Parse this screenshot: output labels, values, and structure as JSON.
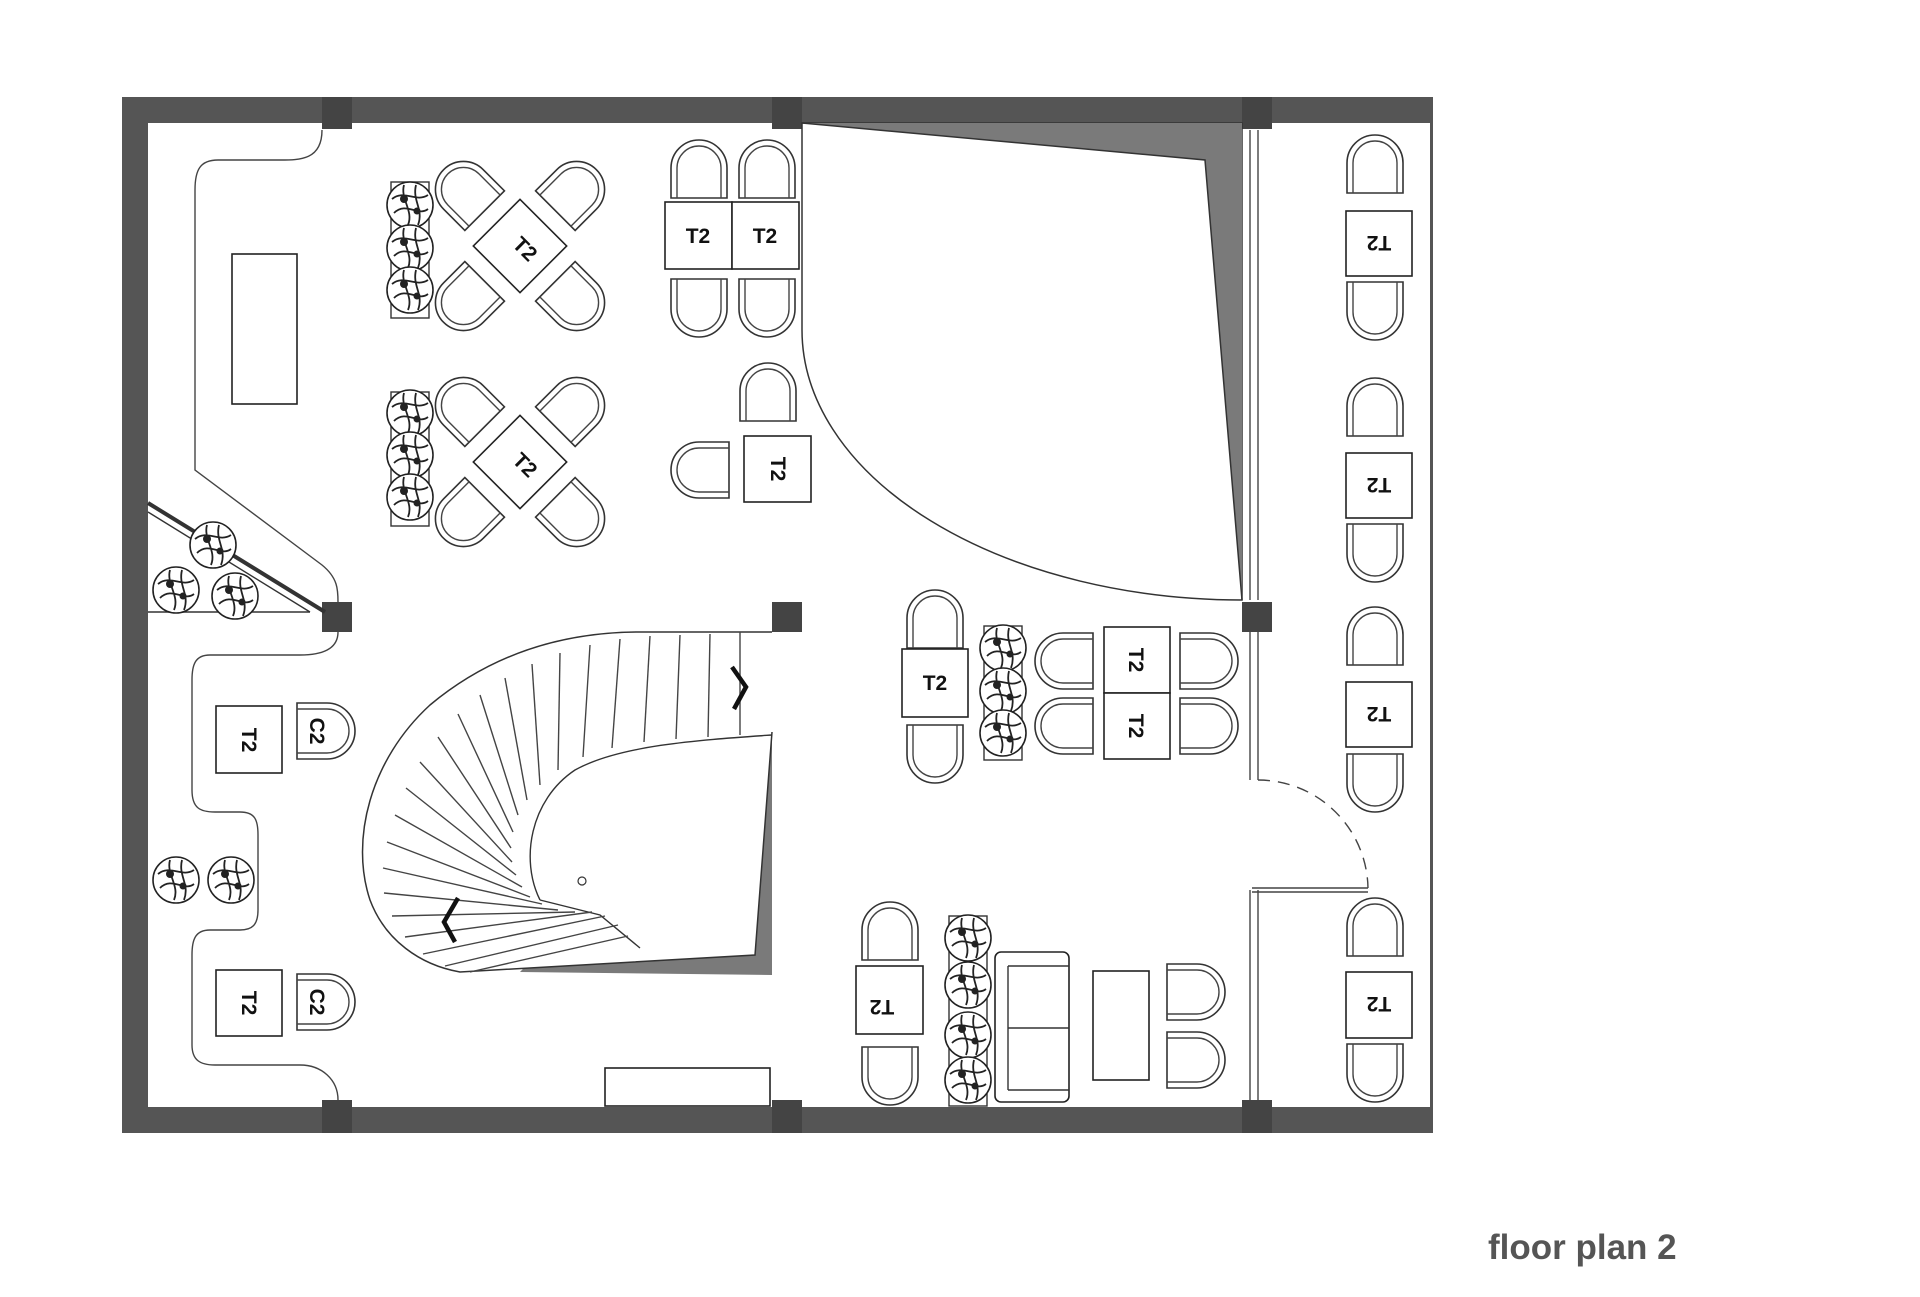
{
  "caption": "floor plan 2",
  "colors": {
    "wall": "#555555",
    "shade": "#7a7a7a",
    "line": "#333333",
    "caption": "#555555"
  },
  "icons": [
    "chair-icon",
    "plant-icon",
    "stair-arrow-icon"
  ],
  "labels": {
    "t2": "T2",
    "c2": "C2"
  }
}
